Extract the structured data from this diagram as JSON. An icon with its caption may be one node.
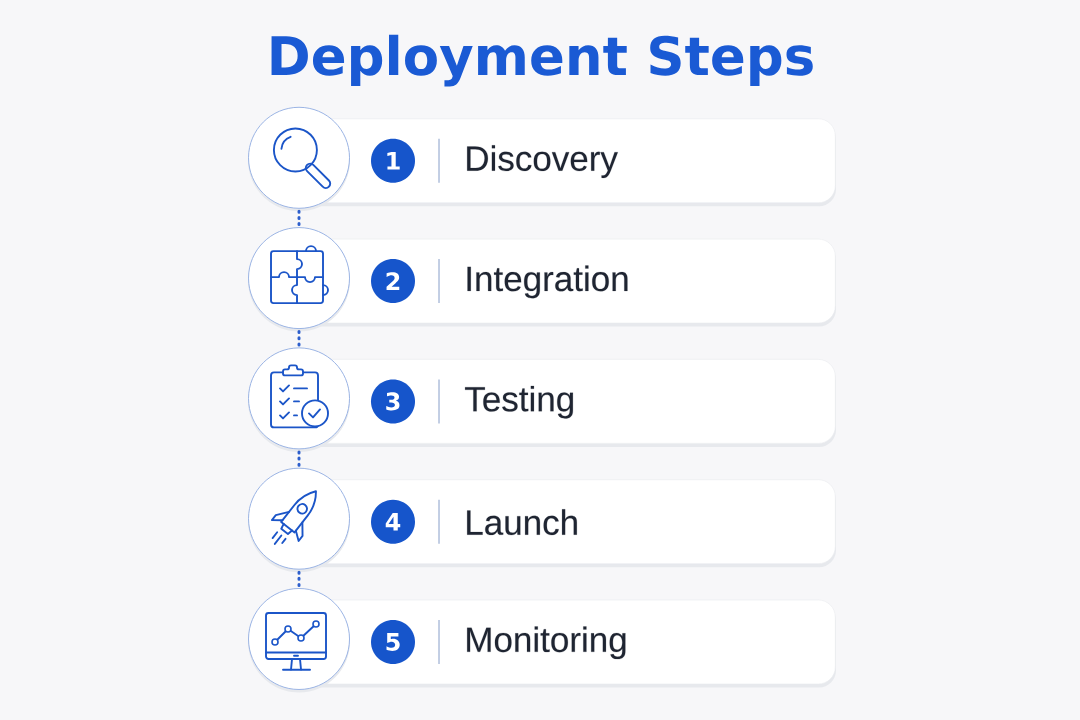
{
  "diagram": {
    "title": "Deployment Steps",
    "nodes": [
      {
        "text": [],
        "shape": "circle"
      },
      {
        "text": [
          "Discovery"
        ]
      },
      {
        "text": [
          "1"
        ],
        "in": 1
      },
      {
        "text": [],
        "shape": "circle"
      },
      {
        "text": [
          "Integration"
        ]
      },
      {
        "text": [
          "2"
        ],
        "in": 4
      },
      {
        "text": [],
        "shape": "circle"
      },
      {
        "text": [
          "Testing"
        ]
      },
      {
        "text": [
          "3"
        ],
        "in": 7
      },
      {
        "text": [],
        "shape": "circle"
      },
      {
        "text": [
          "Launch"
        ]
      },
      {
        "text": [
          "4"
        ],
        "in": 10
      },
      {
        "text": [],
        "shape": "circle"
      },
      {
        "text": [
          "Monitoring"
        ]
      },
      {
        "text": [
          "5"
        ],
        "in": 13
      }
    ],
    "edges": [
      {
        "from": 0,
        "to": 3,
        "arrow": "none",
        "style": "dashed"
      },
      {
        "from": 3,
        "to": 6,
        "arrow": "none",
        "style": "dashed"
      },
      {
        "from": 6,
        "to": 9,
        "arrow": "none",
        "style": "dashed"
      },
      {
        "from": 9,
        "to": 12,
        "arrow": "none",
        "style": "dashed"
      }
    ]
  }
}
